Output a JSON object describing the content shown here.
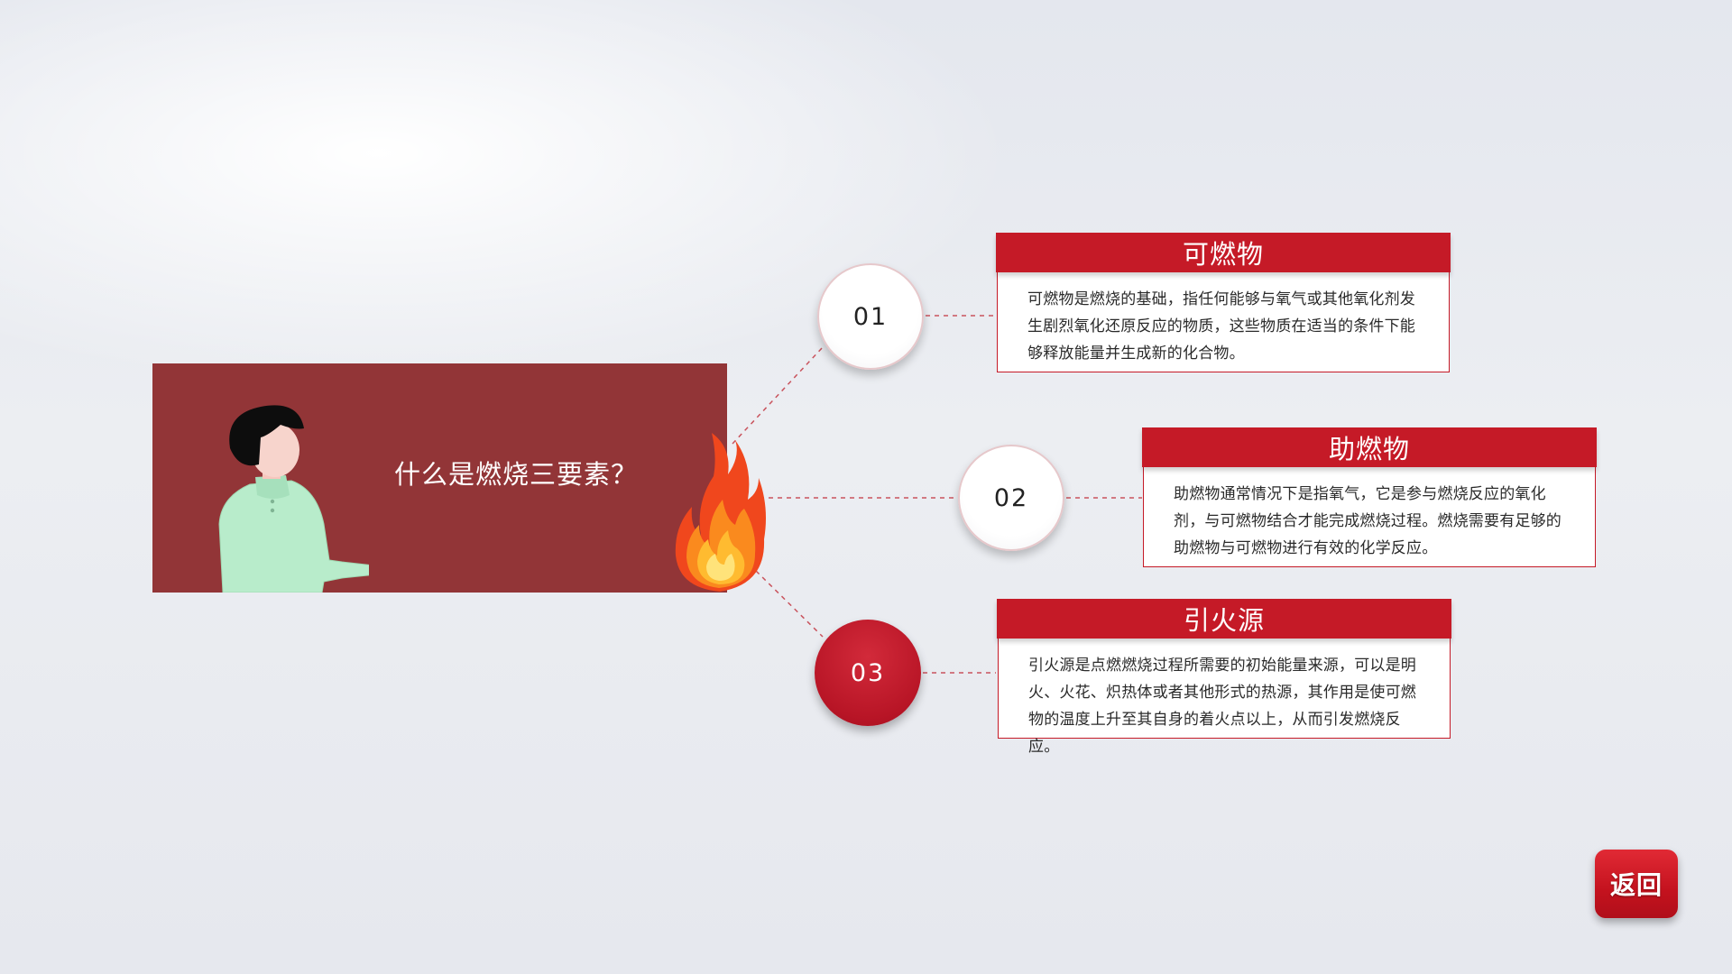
{
  "panel": {
    "title": "什么是燃烧三要素？"
  },
  "items": [
    {
      "number": "01",
      "title": "可燃物",
      "body": "可燃物是燃烧的基础，指任何能够与氧气或其他氧化剂发生剧烈氧化还原反应的物质，这些物质在适当的条件下能够释放能量并生成新的化合物。"
    },
    {
      "number": "02",
      "title": "助燃物",
      "body": "助燃物通常情况下是指氧气，它是参与燃烧反应的氧化剂，与可燃物结合才能完成燃烧过程。燃烧需要有足够的助燃物与可燃物进行有效的化学反应。"
    },
    {
      "number": "03",
      "title": "引火源",
      "body": "引火源是点燃燃烧过程所需要的初始能量来源，可以是明火、火花、炽热体或者其他形式的热源，其作用是使可燃物的温度上升至其自身的着火点以上，从而引发燃烧反应。"
    }
  ],
  "return_button": {
    "label": "返回"
  },
  "colors": {
    "accent": "#c51a27",
    "panel": "#923537",
    "shirt": "#b8eccb"
  },
  "icons": [
    "person-illustration",
    "flame-icon"
  ]
}
